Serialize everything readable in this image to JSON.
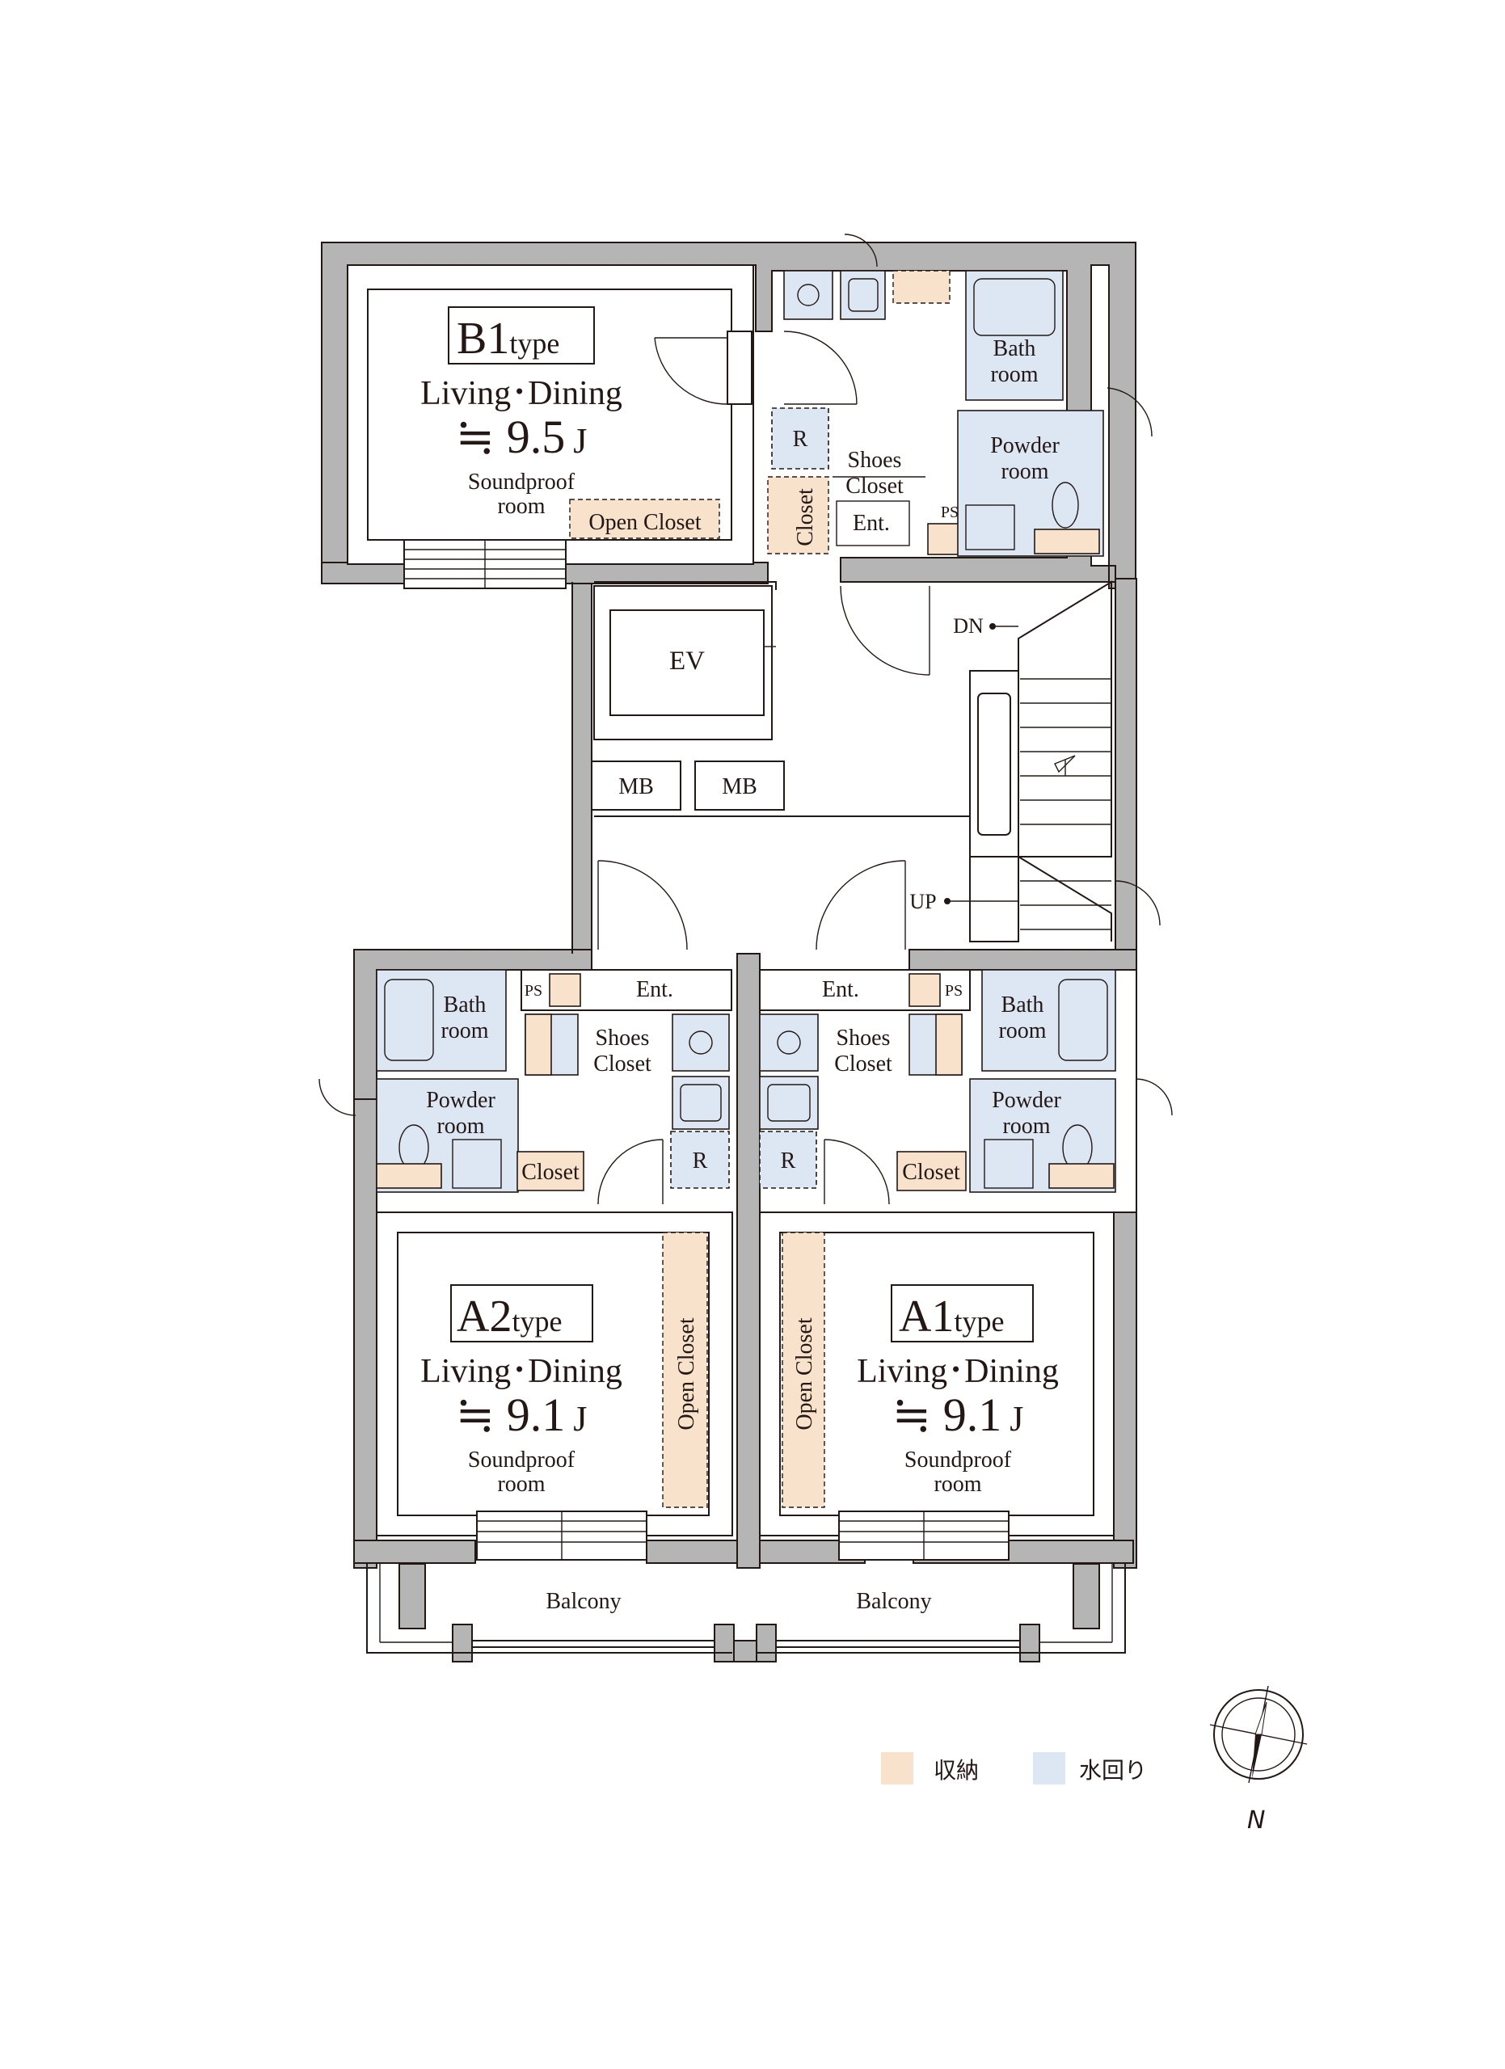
{
  "units": {
    "b1": {
      "type_code": "B1",
      "type_suffix": "type",
      "room_name": "Living･Dining",
      "area_value": "≒ 9.5",
      "area_unit": "J",
      "room_note_line1": "Soundproof",
      "room_note_line2": "room",
      "open_closet": "Open Closet"
    },
    "a2": {
      "type_code": "A2",
      "type_suffix": "type",
      "room_name": "Living･Dining",
      "area_value": "≒ 9.1",
      "area_unit": "J",
      "room_note_line1": "Soundproof",
      "room_note_line2": "room",
      "open_closet": "Open Closet",
      "balcony": "Balcony"
    },
    "a1": {
      "type_code": "A1",
      "type_suffix": "type",
      "room_name": "Living･Dining",
      "area_value": "≒ 9.1",
      "area_unit": "J",
      "room_note_line1": "Soundproof",
      "room_note_line2": "room",
      "open_closet": "Open Closet",
      "balcony": "Balcony"
    }
  },
  "rooms": {
    "bath_line1": "Bath",
    "bath_line2": "room",
    "powder_line1": "Powder",
    "powder_line2": "room",
    "shoes_line1": "Shoes",
    "shoes_line2": "Closet",
    "entrance": "Ent.",
    "closet": "Closet",
    "ps": "PS",
    "refrigerator": "R"
  },
  "common": {
    "elevator": "EV",
    "meter_box_1": "MB",
    "meter_box_2": "MB",
    "stair_down": "DN",
    "stair_up": "UP"
  },
  "legend": {
    "items": [
      {
        "label": "収納",
        "color": "#f8e2cb"
      },
      {
        "label": "水回り",
        "color": "#dde7f3"
      }
    ]
  },
  "compass": {
    "label": "N"
  },
  "colors": {
    "wall": "#b5b5b5",
    "storage": "#f8e2cb",
    "wet_area": "#dde7f3",
    "ink": "#231815"
  }
}
